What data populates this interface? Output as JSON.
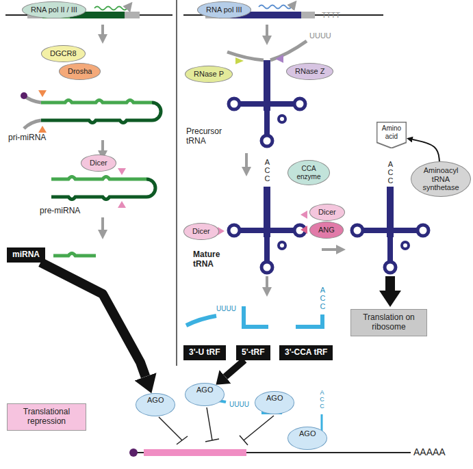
{
  "diagram": {
    "nodes": [
      {
        "text": [
          "RNA pol II / III"
        ]
      },
      {
        "text": [
          "RNA pol III"
        ]
      },
      {
        "text": [
          "DGCR8"
        ]
      },
      {
        "text": [
          "Drosha"
        ]
      },
      {
        "text": [
          "RNase P"
        ]
      },
      {
        "text": [
          "RNase Z"
        ]
      },
      {
        "text": [
          "Dicer"
        ]
      },
      {
        "text": [
          "CCA enzyme"
        ]
      },
      {
        "text": [
          "Dicer"
        ]
      },
      {
        "text": [
          "Dicer"
        ]
      },
      {
        "text": [
          "ANG"
        ]
      },
      {
        "text": [
          "Amino acid"
        ]
      },
      {
        "text": [
          "Aminoacyl tRNA synthetase"
        ]
      },
      {
        "text": [
          "miRNA"
        ]
      },
      {
        "text": [
          "3'-U tRF"
        ]
      },
      {
        "text": [
          "5'-tRF"
        ]
      },
      {
        "text": [
          "3'-CCA tRF"
        ]
      },
      {
        "text": [
          "Translation on ribosome"
        ]
      },
      {
        "text": [
          "AGO"
        ]
      },
      {
        "text": [
          "AGO"
        ]
      },
      {
        "text": [
          "AGO"
        ]
      },
      {
        "text": [
          "AGO"
        ]
      },
      {
        "text": [
          "Translational repression"
        ]
      }
    ],
    "edges": [
      {
        "from": 13,
        "to": 18,
        "arrow": "to"
      },
      {
        "from": 15,
        "to": 19,
        "arrow": "to"
      },
      {
        "from": 12,
        "to": 11,
        "arrow": "to"
      }
    ],
    "labels": [
      "pri-miRNA",
      "pre-miRNA",
      "Precursor tRNA",
      "Mature tRNA",
      "TTTT",
      "UUUU",
      "ACC",
      "ACC",
      "UUUU",
      "ACC",
      "UUUU",
      "ACC",
      "AAAAA"
    ]
  }
}
